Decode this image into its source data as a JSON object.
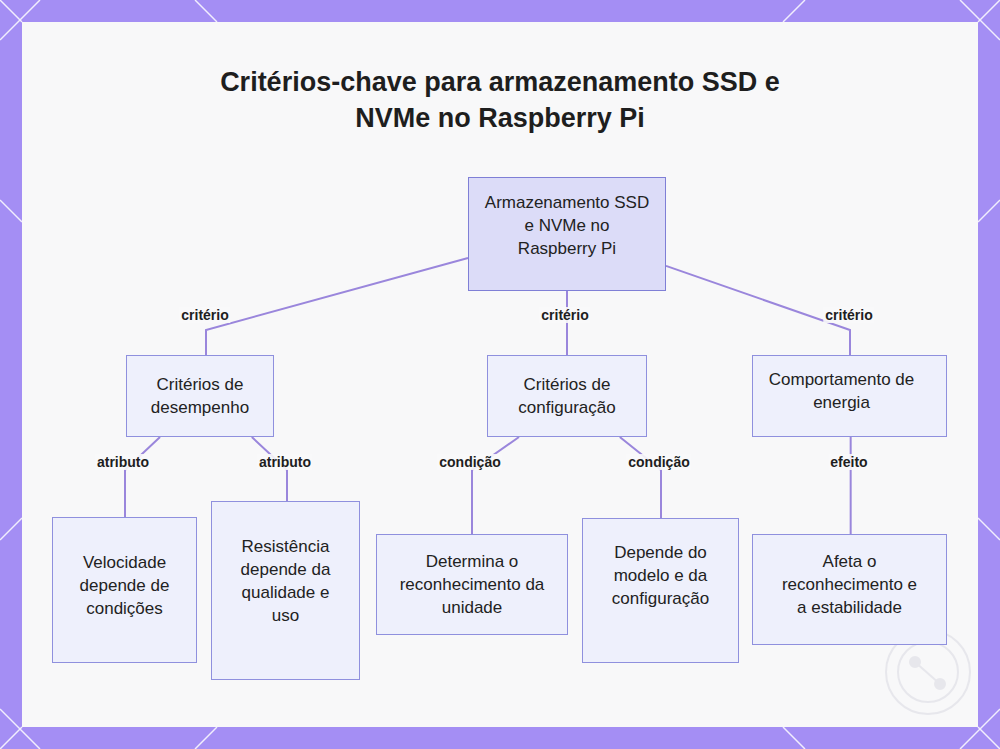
{
  "diagram": {
    "title": "Critérios-chave para armazenamento SSD e NVMe no Raspberry Pi",
    "nodes": [
      {
        "text": [
          "Armazenamento SSD e NVMe no Raspberry Pi"
        ]
      },
      {
        "text": [
          "Critérios de desempenho"
        ]
      },
      {
        "text": [
          "Critérios de configuração"
        ]
      },
      {
        "text": [
          "Comportamento de energia"
        ]
      },
      {
        "text": [
          "Velocidade depende de condições"
        ]
      },
      {
        "text": [
          "Resistência depende da qualidade e uso"
        ]
      },
      {
        "text": [
          "Determina o reconhecimento da unidade"
        ]
      },
      {
        "text": [
          "Depende do modelo e da configuração"
        ]
      },
      {
        "text": [
          "Afeta o reconhecimento e a estabilidade"
        ]
      }
    ],
    "edges": [
      {
        "from": 0,
        "to": 1,
        "label": "critério",
        "arrow": "none"
      },
      {
        "from": 0,
        "to": 2,
        "label": "critério",
        "arrow": "none"
      },
      {
        "from": 0,
        "to": 3,
        "label": "critério",
        "arrow": "none"
      },
      {
        "from": 1,
        "to": 4,
        "label": "atributo",
        "arrow": "none"
      },
      {
        "from": 1,
        "to": 5,
        "label": "atributo",
        "arrow": "none"
      },
      {
        "from": 2,
        "to": 6,
        "label": "condição",
        "arrow": "none"
      },
      {
        "from": 2,
        "to": 7,
        "label": "condição",
        "arrow": "none"
      },
      {
        "from": 3,
        "to": 8,
        "label": "efeito",
        "arrow": "none"
      }
    ]
  }
}
